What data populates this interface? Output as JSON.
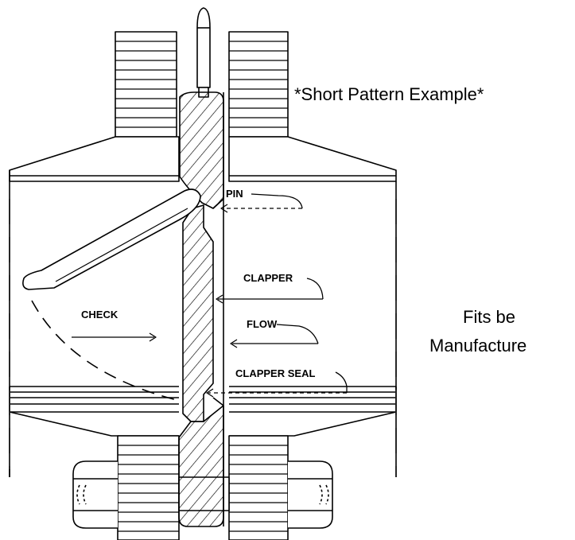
{
  "caption": {
    "title": "*Short Pattern Example*",
    "line1": "Fits be",
    "line2": "Manufacture"
  },
  "labels": {
    "pin": "PIN",
    "clapper": "CLAPPER",
    "check": "CHECK",
    "flow": "FLOW",
    "clapper_seal": "CLAPPER SEAL"
  }
}
